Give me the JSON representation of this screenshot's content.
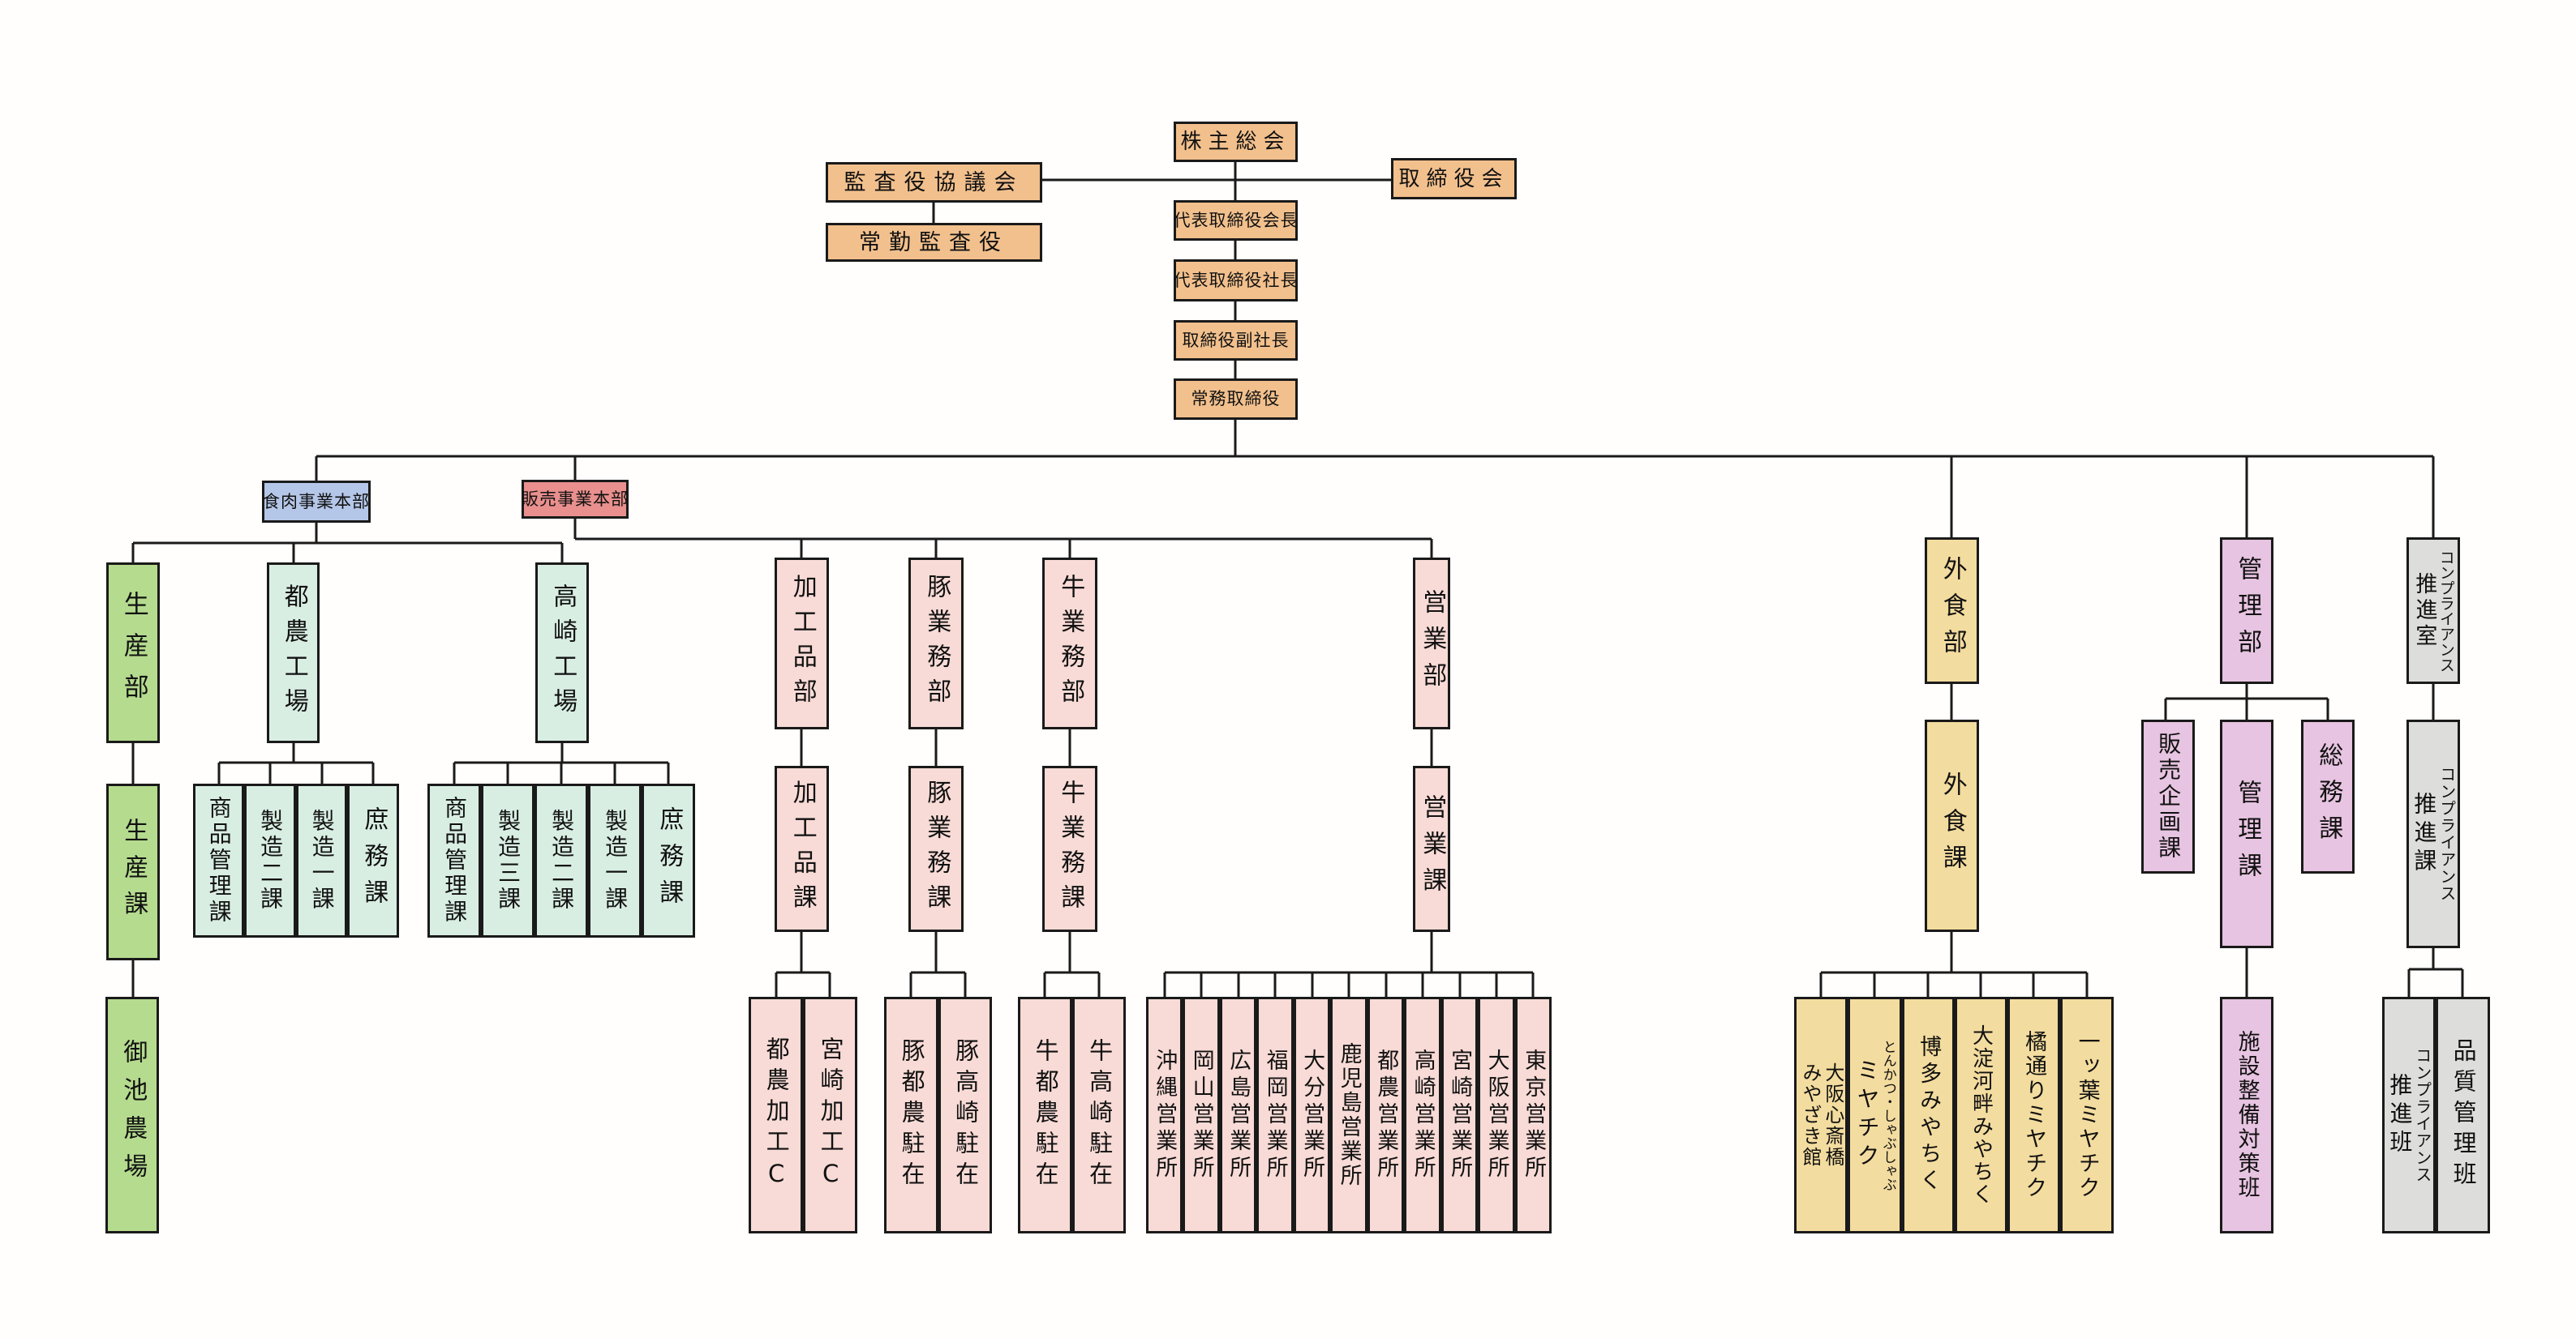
{
  "colors": {
    "executive_orange": "#F2C08D",
    "meat_division_blue": "#B5C7E8",
    "sales_division_red": "#E9908E",
    "production_green": "#B5DB8E",
    "factory_mint": "#D9EEE3",
    "sales_pink": "#F8DBD6",
    "restaurant_yellow": "#F3DC9F",
    "admin_purple": "#E7C4E1",
    "compliance_gray": "#DDDDDB",
    "line_black": "#1a1a1a"
  },
  "top": {
    "shareholders_meeting": "株主総会",
    "board_of_directors": "取締役会",
    "auditors_council": "監査役協議会",
    "standing_auditor": "常勤監査役",
    "chairman": "代表取締役会長",
    "president": "代表取締役社長",
    "vice_president": "取締役副社長",
    "managing_director": "常務取締役"
  },
  "meat_division": {
    "label": "食肉事業本部",
    "production_dept": "生産部",
    "production_section": "生産課",
    "miike_farm": "御池農場",
    "tsuno_factory": "都農工場",
    "tsuno_sections": [
      "商品管理課",
      "製造二課",
      "製造一課",
      "庶務課"
    ],
    "takasaki_factory": "高崎工場",
    "takasaki_sections": [
      "商品管理課",
      "製造三課",
      "製造二課",
      "製造一課",
      "庶務課"
    ]
  },
  "sales_division": {
    "label": "販売事業本部",
    "processed_goods_dept": "加工品部",
    "processed_goods_section": "加工品課",
    "processing_centers": [
      "都農加工C",
      "宮崎加工C"
    ],
    "pork_dept": "豚業務部",
    "pork_section": "豚業務課",
    "pork_residents": [
      "豚都農駐在",
      "豚高崎駐在"
    ],
    "beef_dept": "牛業務部",
    "beef_section": "牛業務課",
    "beef_residents": [
      "牛都農駐在",
      "牛高崎駐在"
    ],
    "sales_dept": "営業部",
    "sales_section": "営業課",
    "sales_offices": [
      "沖縄営業所",
      "岡山営業所",
      "広島営業所",
      "福岡営業所",
      "大分営業所",
      "鹿児島営業所",
      "都農営業所",
      "高崎営業所",
      "宮崎営業所",
      "大阪営業所",
      "東京営業所"
    ]
  },
  "restaurant_division": {
    "dept": "外食部",
    "section": "外食課",
    "restaurants": [
      {
        "sub": "大阪心斎橋",
        "main": "みやざき館"
      },
      {
        "sub": "とんかつ・しゃぶしゃぶ",
        "main": "ミヤチク"
      },
      {
        "main": "博多みやちく"
      },
      {
        "main": "大淀河畔みやちく"
      },
      {
        "main": "橘通りミヤチク"
      },
      {
        "main": "一ッ葉ミヤチク"
      }
    ]
  },
  "admin_division": {
    "dept": "管理部",
    "sales_planning_section": "販売企画課",
    "admin_section": "管理課",
    "general_affairs_section": "総務課",
    "facility_team": "施設整備対策班"
  },
  "compliance_division": {
    "office_sub": "コンプライアンス",
    "office_main": "推進室",
    "section_sub": "コンプライアンス",
    "section_main": "推進課",
    "team_sub": "コンプライアンス",
    "team_main": "推進班",
    "quality_team": "品質管理班"
  }
}
